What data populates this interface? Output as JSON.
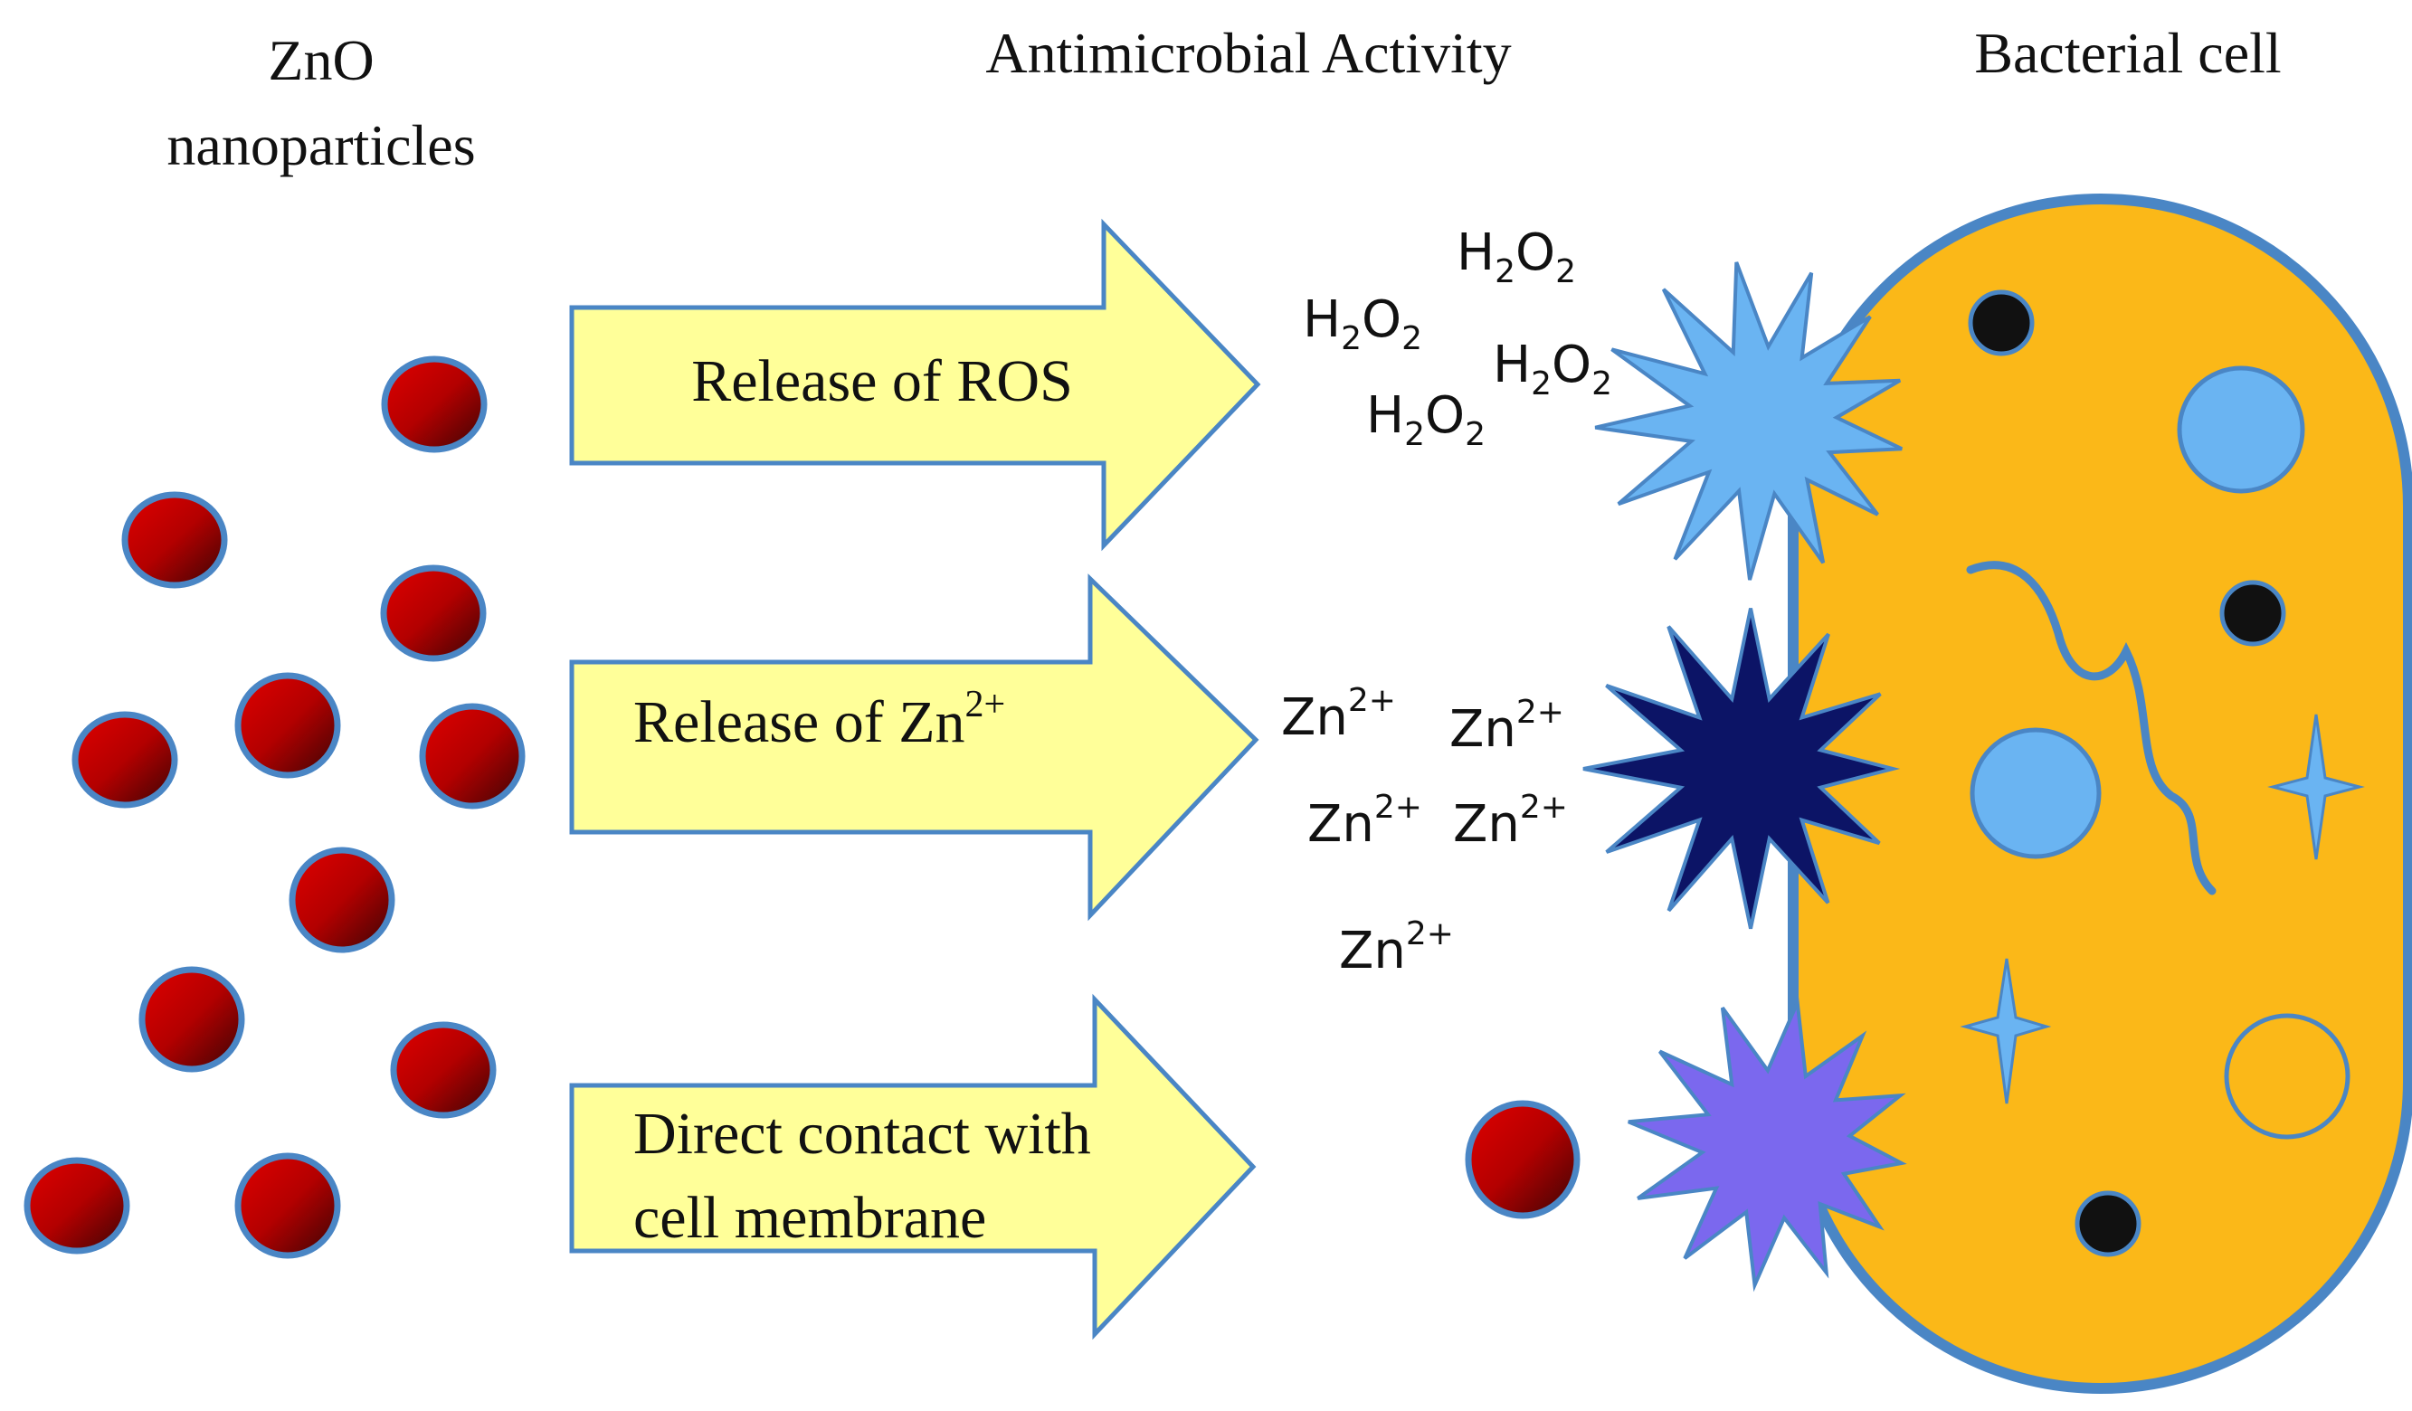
{
  "headings": {
    "zno_line1": "ZnO",
    "zno_line2": "nanoparticles",
    "center": "Antimicrobial Activity",
    "right": "Bacterial cell"
  },
  "arrows": [
    {
      "line1": "Release of ROS"
    },
    {
      "line1_base": "Release of Zn",
      "line1_sup": "2+"
    },
    {
      "line1": "Direct contact with",
      "line2": "cell membrane"
    }
  ],
  "h2o2": {
    "main": "H",
    "sub": "2",
    "mid": "O",
    "sub2": "2"
  },
  "zn_ion": {
    "base": "Zn",
    "sup": "2+"
  },
  "colors": {
    "arrow_fill": "#ffff99",
    "arrow_stroke": "#4a86c5",
    "particle_red": "#d40000",
    "particle_dark": "#3a0505",
    "particle_border": "#4a86c5",
    "cell_fill": "#fbb818",
    "cell_border": "#4a86c5",
    "star_ros": "#6ab4f2",
    "star_zn": "#0c1466",
    "star_contact": "#7b68ee",
    "inclusion_blue": "#6ab4f2",
    "inclusion_black": "#111111"
  },
  "icons": [
    "ros-burst-icon",
    "zn-burst-icon",
    "contact-burst-icon"
  ]
}
